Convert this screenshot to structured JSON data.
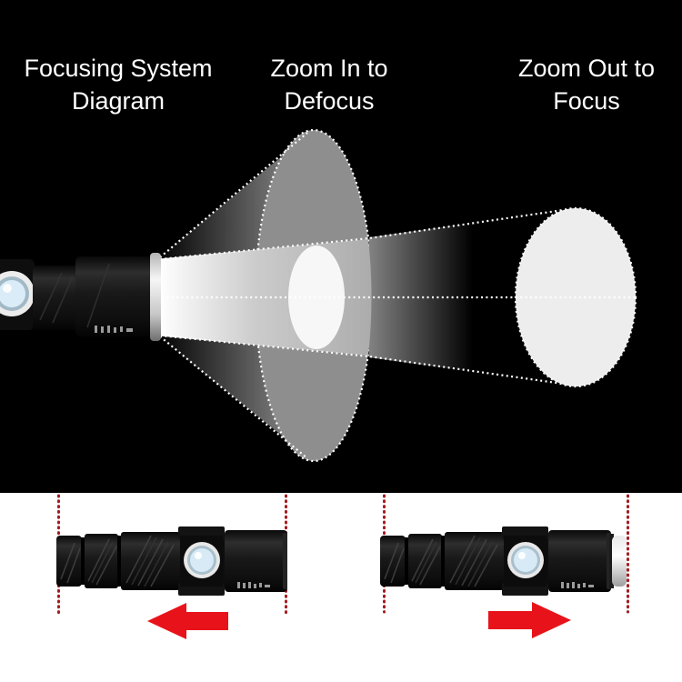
{
  "labels": {
    "focusing": {
      "line1": "Focusing System",
      "line2": "Diagram"
    },
    "zoom_in": {
      "line1": "Zoom In to",
      "line2": "Defocus"
    },
    "zoom_out": {
      "line1": "Zoom Out to",
      "line2": "Focus"
    }
  },
  "colors": {
    "bg_top": "#000000",
    "bg_bottom": "#ffffff",
    "text": "#ffffff",
    "dot": "#ffffff",
    "cone_gray": "#8e8e8e",
    "spot_inner": "#f7f7f7",
    "spot_far": "#ededed",
    "guide": "#a31a20",
    "arrow": "#e8131a",
    "torch": "#141414",
    "button_blue": "#d7e9f4",
    "silver": "#d9d9d9"
  },
  "icons": {
    "flashlight": "flashlight-torch",
    "arrow_left": "red-arrow-left",
    "arrow_right": "red-arrow-right"
  }
}
